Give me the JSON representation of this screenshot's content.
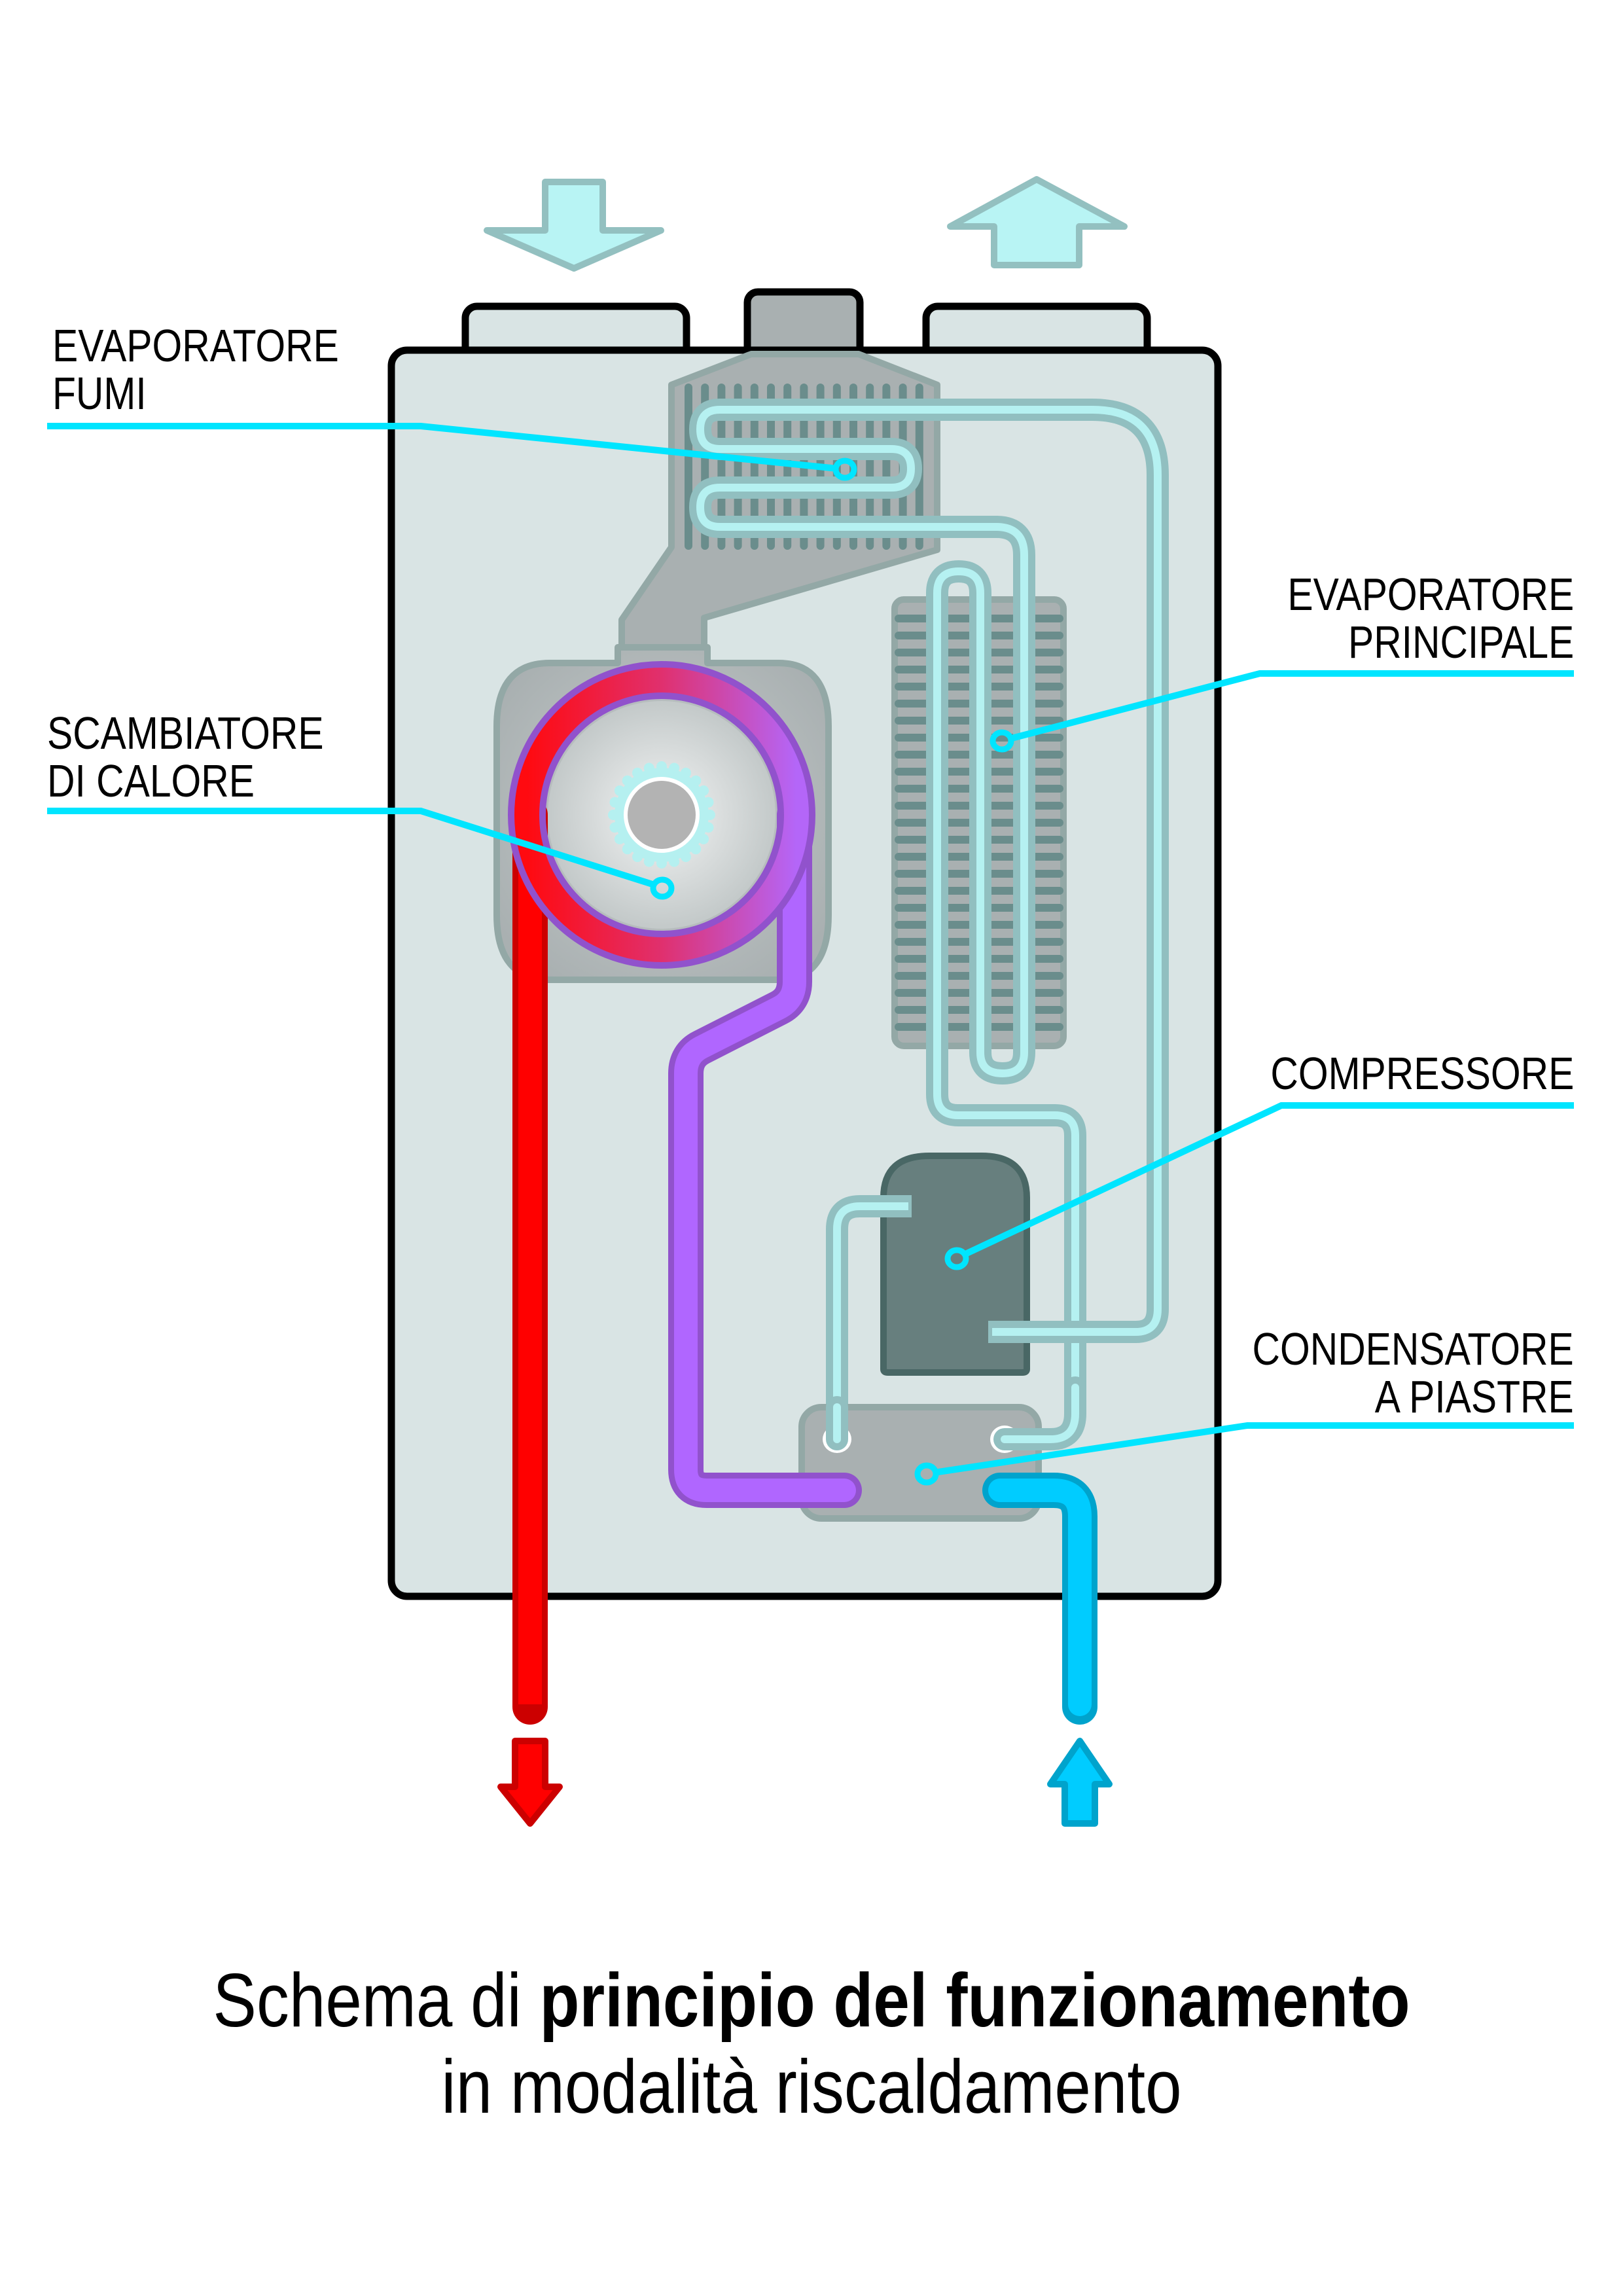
{
  "labels": {
    "evaporatore_fumi": [
      "EVAPORATORE",
      "FUMI"
    ],
    "scambiatore_di_calore": [
      "SCAMBIATORE",
      "DI CALORE"
    ],
    "evaporatore_principale": [
      "EVAPORATORE",
      "PRINCIPALE"
    ],
    "compressore": [
      "COMPRESSORE"
    ],
    "condensatore_a_piastre": [
      "CONDENSATORE",
      "A PIASTRE"
    ]
  },
  "caption": {
    "line1_regular": "Schema di ",
    "line1_bold": "principio del funzionamento",
    "line2": "in modalità riscaldamento"
  },
  "flows": {
    "air_intake": "down",
    "exhaust": "up",
    "hot_water_out": "down",
    "cold_water_in": "up"
  },
  "colors": {
    "leader": "#00e5ff",
    "hot": "#ff0000",
    "hot_stroke": "#cc0000",
    "cold": "#00ccff",
    "cold_stroke": "#00a3cc",
    "return": "#b066ff",
    "return_stroke": "#9152cc",
    "refrigerant": "#b5f1f1",
    "refrigerant_stroke": "#91bfc0",
    "body": "#d9e4e4",
    "component": "#aab0b1",
    "component_stroke": "#93a8a6",
    "fins": "#6a8d8c",
    "compressor": "#677f7e",
    "compressor_stroke": "#496765"
  }
}
